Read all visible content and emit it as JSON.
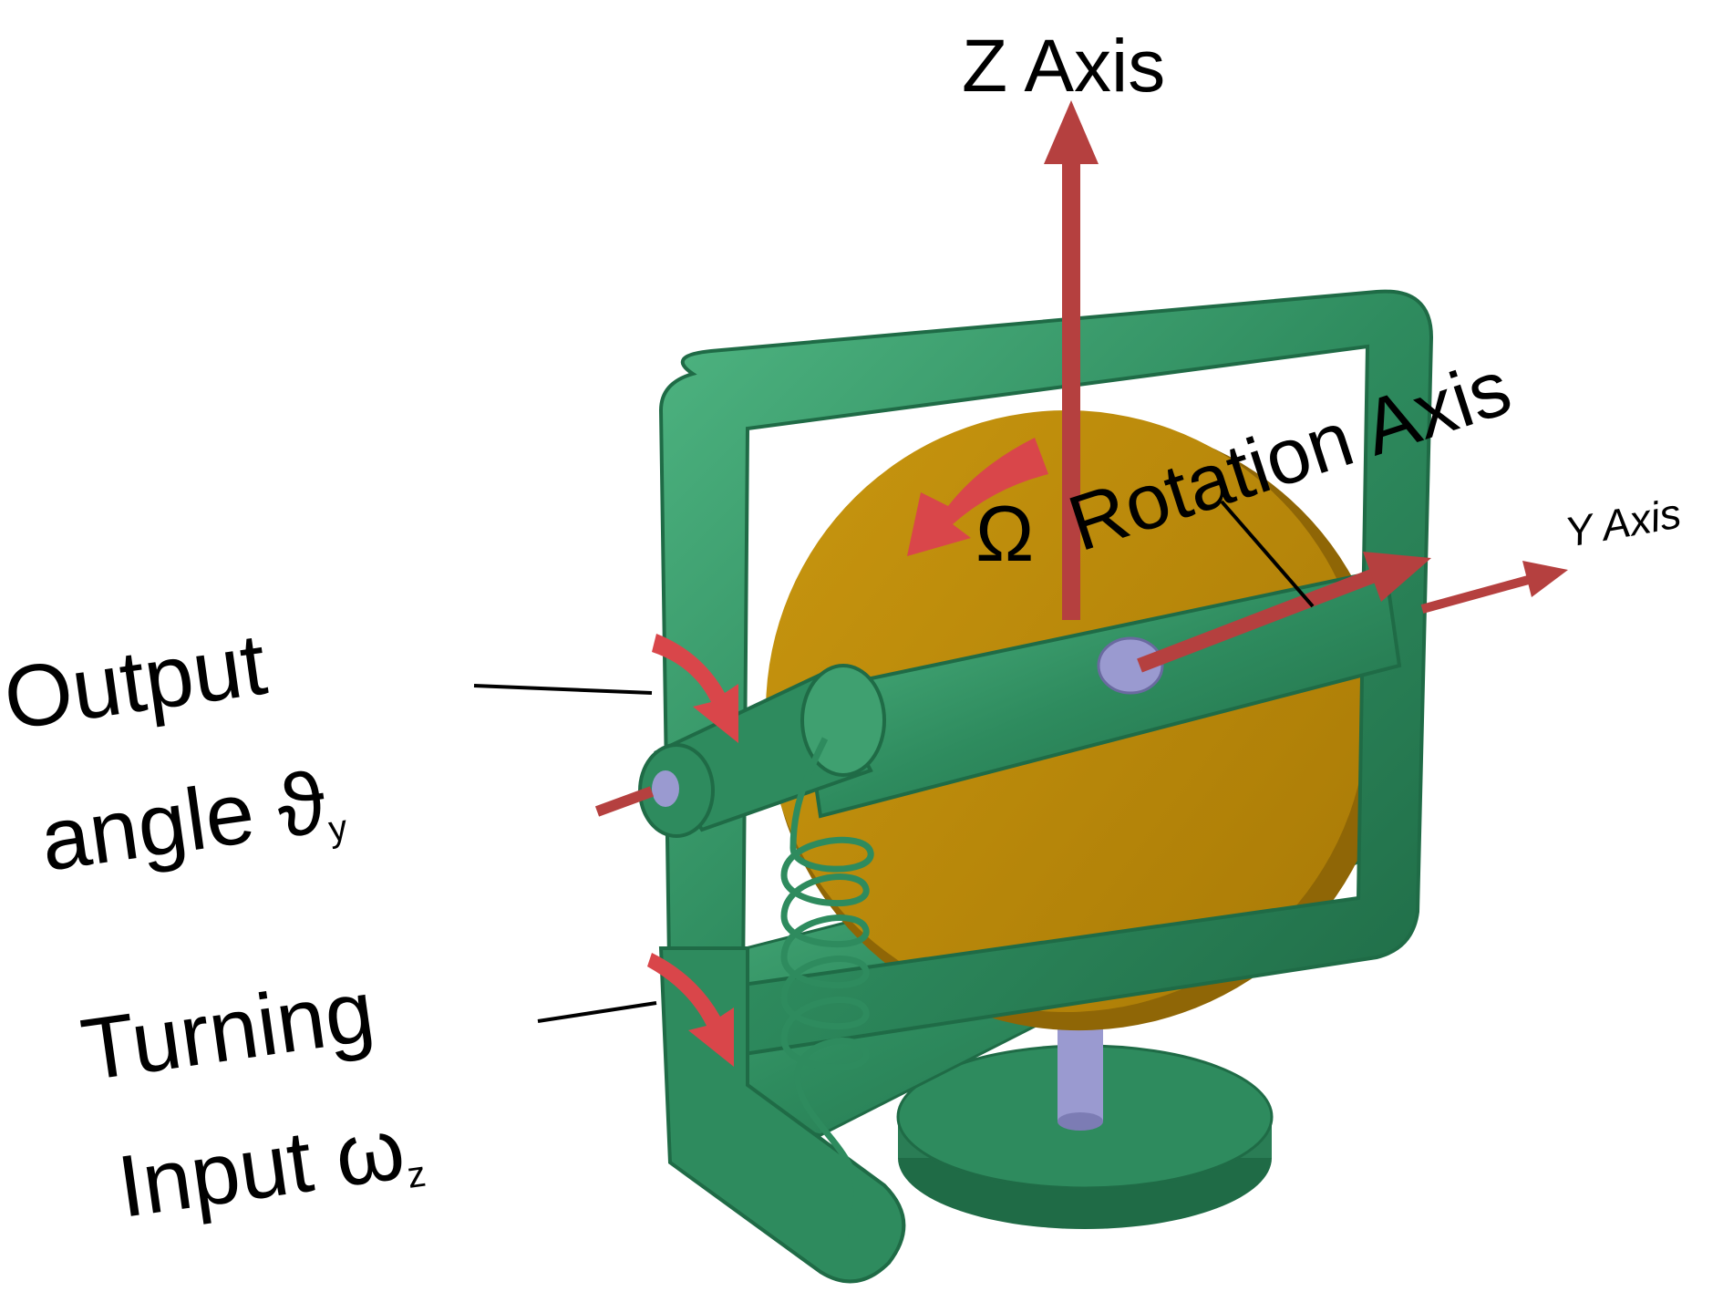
{
  "labels": {
    "z_axis": "Z Axis",
    "y_axis": "Y Axis",
    "omega": "Ω",
    "rotation_axis": "Rotation Axis",
    "output_line1": "Output",
    "output_line2": "angle ϑ",
    "output_sub": "y",
    "turning_line1": "Turning",
    "turning_line2": "Input ω",
    "turning_sub": "z"
  },
  "colors": {
    "frame": "#2e8b5e",
    "frame_dark": "#1f6b46",
    "frame_light": "#4fb582",
    "rotor": "#b8860b",
    "rotor_dark": "#8f6606",
    "axis_arrow": "#b5403f",
    "motion_arrow": "#d9464a",
    "pivot": "#9a9ad0",
    "leader": "#000000"
  },
  "icons": {
    "motion": [
      "curved-arrow-icon"
    ],
    "axes": [
      "arrow-head-icon"
    ],
    "spring": "coil-spring-icon"
  }
}
